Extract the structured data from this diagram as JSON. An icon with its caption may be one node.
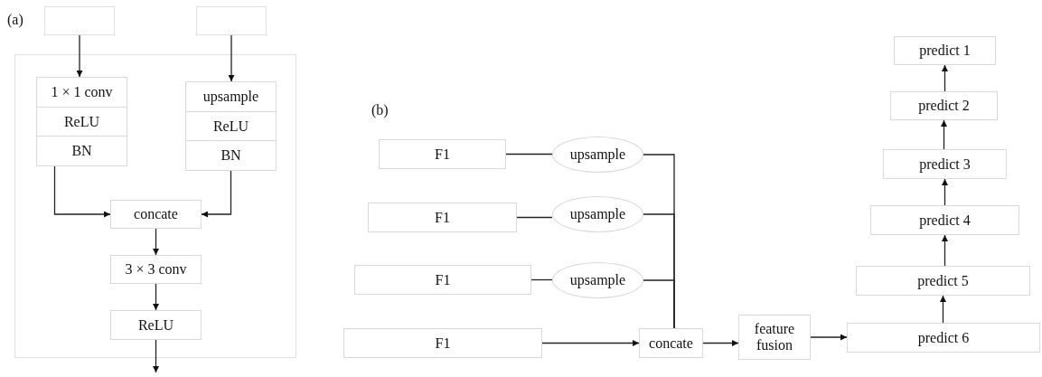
{
  "diagram": {
    "nodes": [
      {
        "text": [],
        "shape": "box"
      },
      {
        "text": [],
        "shape": "box"
      },
      {
        "text": [],
        "shape": "box"
      },
      {
        "text": [
          "1 × 1 conv",
          "ReLU",
          "BN"
        ],
        "in": 0
      },
      {
        "text": [
          "upsample",
          "ReLU",
          "BN"
        ],
        "in": 0
      },
      {
        "text": [
          "concate"
        ],
        "in": 0
      },
      {
        "text": [
          "3 × 3 conv"
        ],
        "in": 0
      },
      {
        "text": [
          "ReLU"
        ],
        "in": 0
      },
      {
        "text": [
          "predict 1"
        ]
      },
      {
        "text": [
          "predict 2"
        ]
      },
      {
        "text": [
          "predict 3"
        ]
      },
      {
        "text": [
          "predict 4"
        ]
      },
      {
        "text": [
          "F1"
        ]
      },
      {
        "text": [
          "upsample"
        ]
      },
      {
        "text": [
          "F1"
        ]
      },
      {
        "text": [
          "upsample"
        ]
      },
      {
        "text": [
          "predict 5"
        ]
      },
      {
        "text": [
          "F1"
        ]
      },
      {
        "text": [
          "upsample"
        ]
      },
      {
        "text": [
          "F1"
        ]
      },
      {
        "text": [
          "concate"
        ]
      },
      {
        "text": [
          "feature fusion"
        ]
      },
      {
        "text": [
          "predict 6"
        ]
      }
    ],
    "edges": [
      {
        "from": 1,
        "to": 3,
        "arrow": "to"
      },
      {
        "from": 2,
        "to": 4,
        "arrow": "to"
      },
      {
        "from": 3,
        "to": 5,
        "arrow": "to"
      },
      {
        "from": 4,
        "to": 5,
        "arrow": "to"
      },
      {
        "from": 5,
        "to": 6,
        "arrow": "to"
      },
      {
        "from": 6,
        "to": 7,
        "arrow": "to"
      },
      {
        "from": 7,
        "to": null,
        "arrow": "to"
      },
      {
        "from": 12,
        "to": 13,
        "arrow": "none"
      },
      {
        "from": 14,
        "to": 15,
        "arrow": "none"
      },
      {
        "from": 17,
        "to": 18,
        "arrow": "none"
      },
      {
        "from": 13,
        "to": 20,
        "arrow": "none"
      },
      {
        "from": 15,
        "to": 20,
        "arrow": "none"
      },
      {
        "from": 18,
        "to": 20,
        "arrow": "none"
      },
      {
        "from": 19,
        "to": 20,
        "arrow": "to"
      },
      {
        "from": 20,
        "to": 21,
        "arrow": "to"
      },
      {
        "from": 21,
        "to": 22,
        "arrow": "to"
      },
      {
        "from": 22,
        "to": 16,
        "arrow": "to"
      },
      {
        "from": 16,
        "to": 11,
        "arrow": "to"
      },
      {
        "from": 11,
        "to": 10,
        "arrow": "to"
      },
      {
        "from": 10,
        "to": 9,
        "arrow": "to"
      },
      {
        "from": 9,
        "to": 8,
        "arrow": "to"
      }
    ],
    "labels": [
      "(a)",
      "(b)"
    ]
  }
}
